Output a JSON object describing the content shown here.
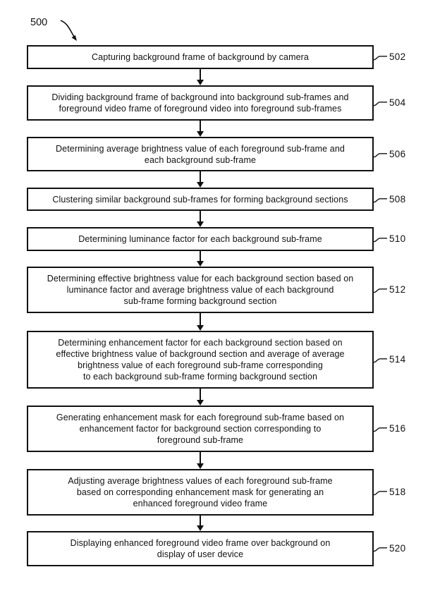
{
  "figure": {
    "label": "500"
  },
  "steps": [
    {
      "ref": "502",
      "text": "Capturing background frame of background by camera"
    },
    {
      "ref": "504",
      "text": "Dividing background frame of background into background sub-frames and\nforeground video frame of foreground video into foreground sub-frames"
    },
    {
      "ref": "506",
      "text": "Determining average brightness value of each foreground sub-frame and\neach background sub-frame"
    },
    {
      "ref": "508",
      "text": "Clustering similar background sub-frames for forming background sections"
    },
    {
      "ref": "510",
      "text": "Determining luminance factor for each background sub-frame"
    },
    {
      "ref": "512",
      "text": "Determining effective brightness value for each background section based on\nluminance factor and average brightness value of each background\nsub-frame forming background section"
    },
    {
      "ref": "514",
      "text": "Determining enhancement factor for each background section based on\neffective brightness value of background section and average of average\nbrightness value of each foreground sub-frame corresponding\nto each background sub-frame forming background section"
    },
    {
      "ref": "516",
      "text": "Generating enhancement mask for each foreground sub-frame based on\nenhancement factor for background section corresponding to\nforeground sub-frame"
    },
    {
      "ref": "518",
      "text": "Adjusting average brightness values of each foreground sub-frame\nbased on corresponding enhancement mask for generating an\nenhanced foreground video frame"
    },
    {
      "ref": "520",
      "text": "Displaying enhanced foreground video frame over background on\ndisplay of user device"
    }
  ]
}
